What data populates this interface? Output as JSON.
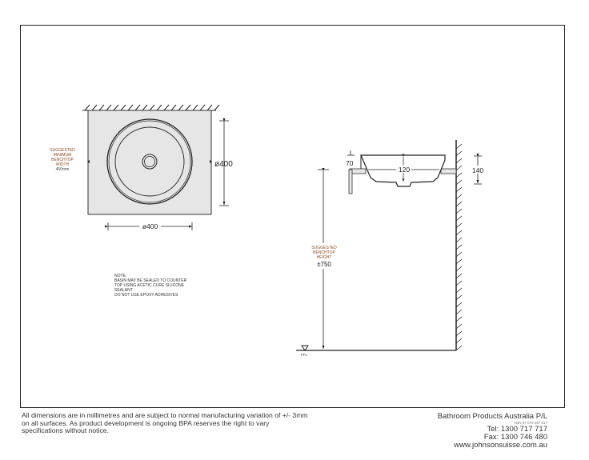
{
  "top_view": {
    "width_dim": "ø400",
    "depth_dim": "ø400",
    "benchtop_note": [
      "SUGGESTED",
      "MINIMUM",
      "BENCHTOP",
      "WIDTH",
      "450mm"
    ]
  },
  "note": {
    "lines": [
      "NOTE:",
      "BASIN MAY BE SEALED TO COUNTER",
      "TOP USING ACETIC CURE SILICONE",
      "SEALANT",
      "DO NOT USE EPOXY ADHESIVES"
    ]
  },
  "side_view": {
    "dim_70": "70",
    "dim_120": "120",
    "dim_140": "140",
    "height_note": [
      "SUGGESTED",
      "BENCHTOP",
      "HEIGHT"
    ],
    "height_dim": "±750",
    "floor_label": "FFL"
  },
  "footer": {
    "disclaimer": "All dimensions are in millimetres and are subject to normal manufacturing variation of +/- 3mm on all surfaces. As product development is ongoing BPA reserves the right to vary specifications without notice.",
    "company": "Bathroom Products Australia P/L",
    "abn": "ABN 87 079 297 617",
    "tel": "Tel:  1300 717 717",
    "fax": "Fax: 1300 746 480",
    "web": "www.johnsonsuisse.com.au"
  },
  "colors": {
    "note_accent": "#8a4b2a",
    "line": "#222222",
    "bench": "#e6e6e6"
  }
}
